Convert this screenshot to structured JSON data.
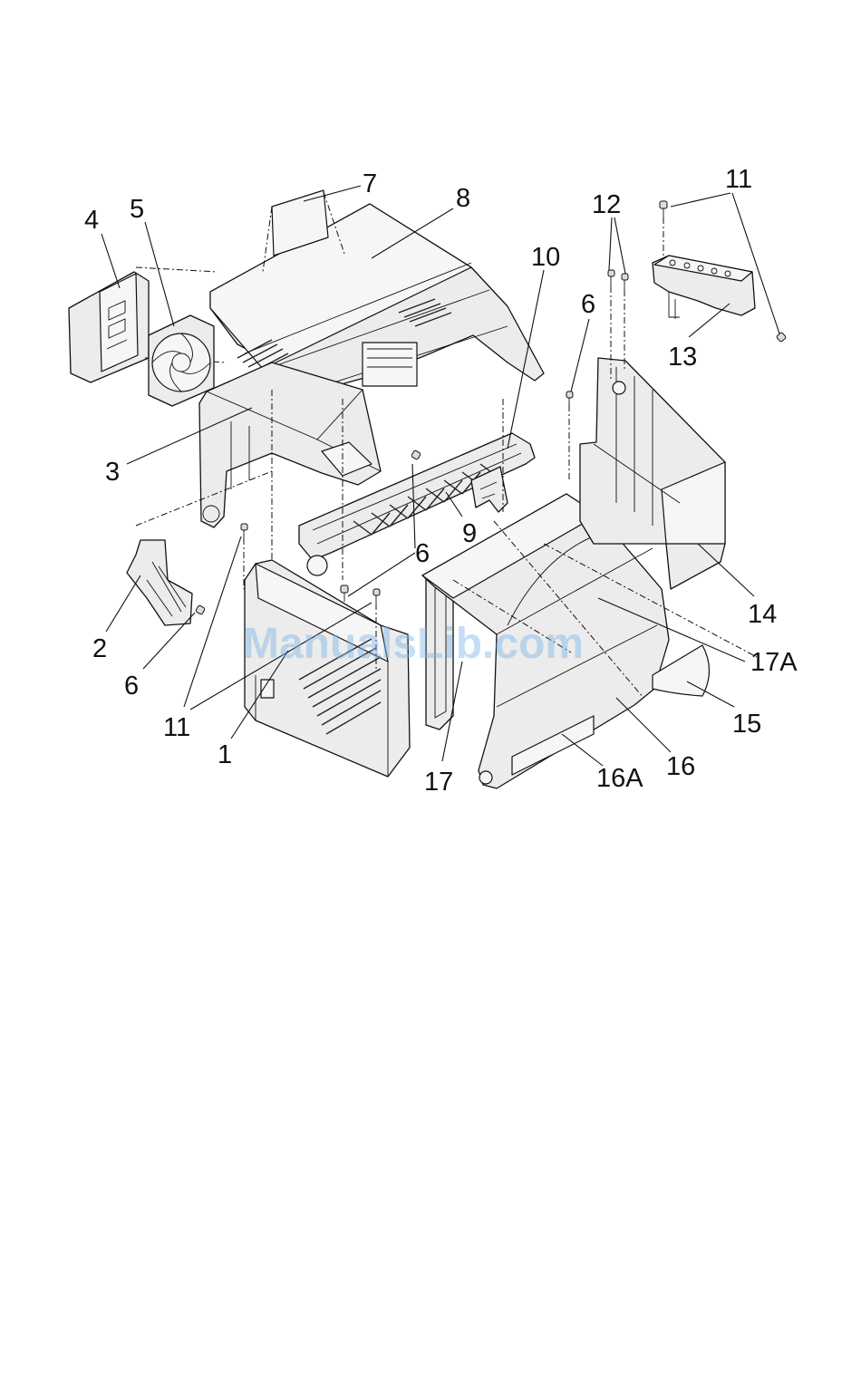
{
  "watermark": "ManualsLib.com",
  "callouts": {
    "c1": "1",
    "c2": "2",
    "c3": "3",
    "c4": "4",
    "c5": "5",
    "c6a": "6",
    "c6b": "6",
    "c6c": "6",
    "c7": "7",
    "c8": "8",
    "c9": "9",
    "c10": "10",
    "c11a": "11",
    "c11b": "11",
    "c12": "12",
    "c13": "13",
    "c14": "14",
    "c15": "15",
    "c16": "16",
    "c16a": "16A",
    "c17": "17",
    "c17a": "17A"
  }
}
